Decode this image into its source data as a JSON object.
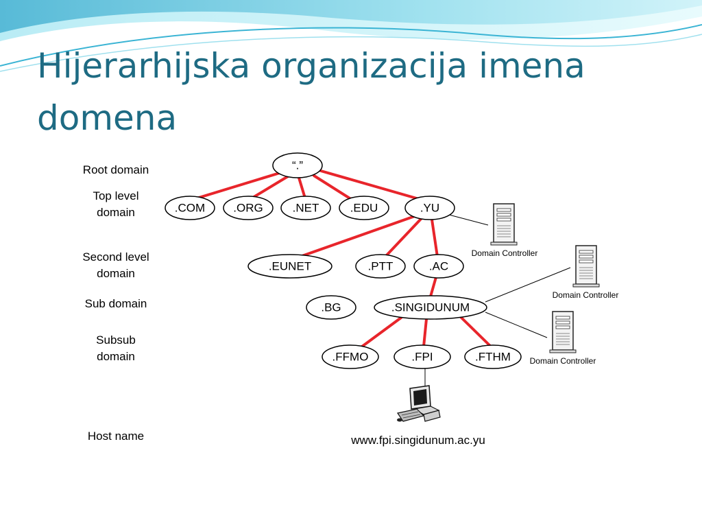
{
  "slide": {
    "title": "Hijerarhijska organizacija imena domena",
    "colors": {
      "title": "#1e6b83",
      "edge": "#e8252b",
      "wave": "#4fbcd8"
    }
  },
  "labels": {
    "root": "Root domain",
    "top_level": "Top level\ndomain",
    "second_level": "Second level\ndomain",
    "sub": "Sub domain",
    "subsub": "Subsub\ndomain",
    "host": "Host name"
  },
  "nodes": {
    "root": "“.”",
    "com": ".COM",
    "org": ".ORG",
    "net": ".NET",
    "edu": ".EDU",
    "yu": ".YU",
    "eunet": ".EUNET",
    "ptt": ".PTT",
    "ac": ".AC",
    "bg": ".BG",
    "singidunum": ".SINGIDUNUM",
    "ffmo": ".FFMO",
    "fpi": ".FPI",
    "fthm": ".FTHM"
  },
  "servers": {
    "dc1": "Domain Controller",
    "dc2": "Domain Controller",
    "dc3": "Domain Controller"
  },
  "icons": {
    "server": "server-tower-icon",
    "computer": "desktop-computer-icon"
  },
  "host": {
    "url": "www.fpi.singidunum.ac.yu"
  }
}
